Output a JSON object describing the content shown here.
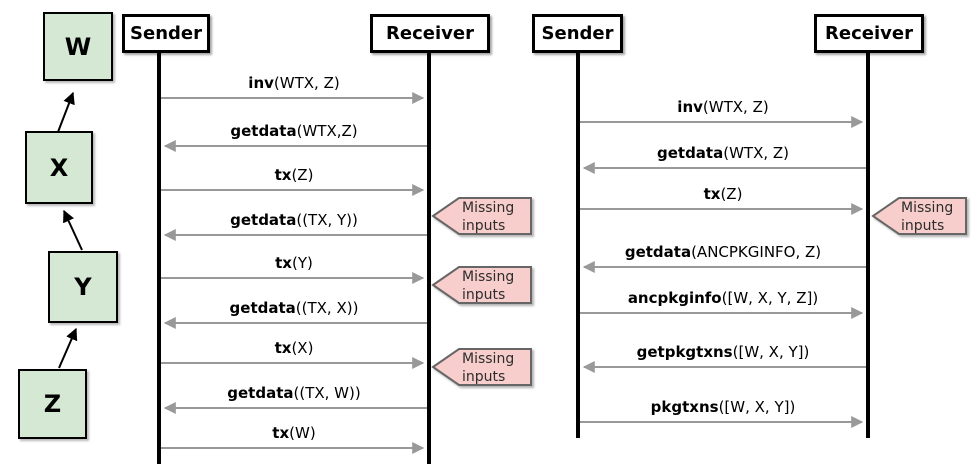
{
  "colors": {
    "node_fill_green": "#d5e8d4",
    "callout_fill_pink": "#f8cecc",
    "callout_border": "#666666",
    "message_arrow_gray": "#999999",
    "line_black": "#000000"
  },
  "tx_chain": {
    "nodes": [
      {
        "label": "W"
      },
      {
        "label": "X"
      },
      {
        "label": "Y"
      },
      {
        "label": "Z"
      }
    ]
  },
  "left_diagram": {
    "sender_label": "Sender",
    "receiver_label": "Receiver",
    "messages": [
      {
        "name": "inv",
        "args": "(WTX, Z)",
        "direction": "right"
      },
      {
        "name": "getdata",
        "args": "(WTX,Z)",
        "direction": "left"
      },
      {
        "name": "tx",
        "args": "(Z)",
        "direction": "right"
      },
      {
        "name": "getdata",
        "args": "((TX, Y))",
        "direction": "left"
      },
      {
        "name": "tx",
        "args": "(Y)",
        "direction": "right"
      },
      {
        "name": "getdata",
        "args": "((TX, X))",
        "direction": "left"
      },
      {
        "name": "tx",
        "args": "(X)",
        "direction": "right"
      },
      {
        "name": "getdata",
        "args": "((TX, W))",
        "direction": "left"
      },
      {
        "name": "tx",
        "args": "(W)",
        "direction": "right"
      }
    ],
    "callouts": [
      {
        "text": "Missing inputs"
      },
      {
        "text": "Missing inputs"
      },
      {
        "text": "Missing inputs"
      }
    ]
  },
  "right_diagram": {
    "sender_label": "Sender",
    "receiver_label": "Receiver",
    "messages": [
      {
        "name": "inv",
        "args": "(WTX, Z)",
        "direction": "right"
      },
      {
        "name": "getdata",
        "args": "(WTX, Z)",
        "direction": "left"
      },
      {
        "name": "tx",
        "args": "(Z)",
        "direction": "right"
      },
      {
        "name": "getdata",
        "args": "(ANCPKGINFO, Z)",
        "direction": "left"
      },
      {
        "name": "ancpkginfo",
        "args": "([W, X, Y, Z])",
        "direction": "right"
      },
      {
        "name": "getpkgtxns",
        "args": "([W, X, Y])",
        "direction": "left"
      },
      {
        "name": "pkgtxns",
        "args": "([W, X, Y])",
        "direction": "right"
      }
    ],
    "callouts": [
      {
        "text": "Missing inputs"
      }
    ]
  }
}
